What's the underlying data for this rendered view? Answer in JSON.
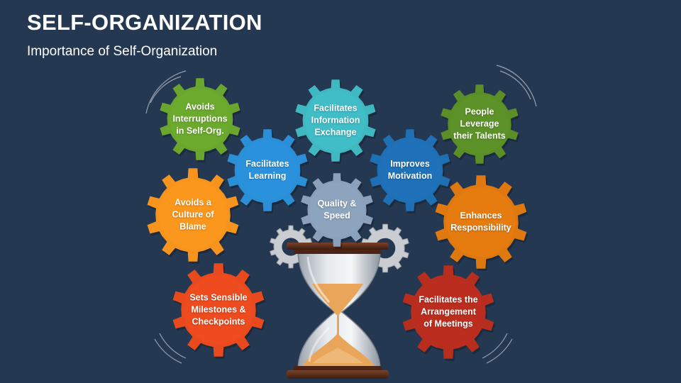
{
  "title": "SELF-ORGANIZATION",
  "subtitle": "Importance of Self-Organization",
  "gears": [
    {
      "id": "avoids-interruptions",
      "lines": [
        "Avoids",
        "Interruptions",
        "in Self-Org."
      ],
      "color": "#6aa62d"
    },
    {
      "id": "facilitates-information-exchange",
      "lines": [
        "Facilitates",
        "Information",
        "Exchange"
      ],
      "color": "#3fb8c2"
    },
    {
      "id": "people-leverage-talents",
      "lines": [
        "People",
        "Leverage",
        "their Talents"
      ],
      "color": "#5a8e27"
    },
    {
      "id": "facilitates-learning",
      "lines": [
        "Facilitates",
        "Learning"
      ],
      "color": "#2a8fd6"
    },
    {
      "id": "improves-motivation",
      "lines": [
        "Improves",
        "Motivation"
      ],
      "color": "#1f6fb5"
    },
    {
      "id": "quality-speed",
      "lines": [
        "Quality &",
        "Speed"
      ],
      "color": "#8aa0bb"
    },
    {
      "id": "avoids-culture-of-blame",
      "lines": [
        "Avoids a",
        "Culture of",
        "Blame"
      ],
      "color": "#f7941d"
    },
    {
      "id": "enhances-responsibility",
      "lines": [
        "Enhances",
        "Responsibility"
      ],
      "color": "#e07810"
    },
    {
      "id": "sets-sensible-milestones",
      "lines": [
        "Sets Sensible",
        "Milestones &",
        "Checkpoints"
      ],
      "color": "#e84a1e"
    },
    {
      "id": "facilitates-arrangement-of-meetings",
      "lines": [
        "Facilitates the",
        "Arrangement",
        "of Meetings"
      ],
      "color": "#b72d1e"
    }
  ],
  "small_gear_color": "#c9ccd1",
  "hourglass_frame_color": "#5a2e1e",
  "sand_color": "#e9a55a"
}
